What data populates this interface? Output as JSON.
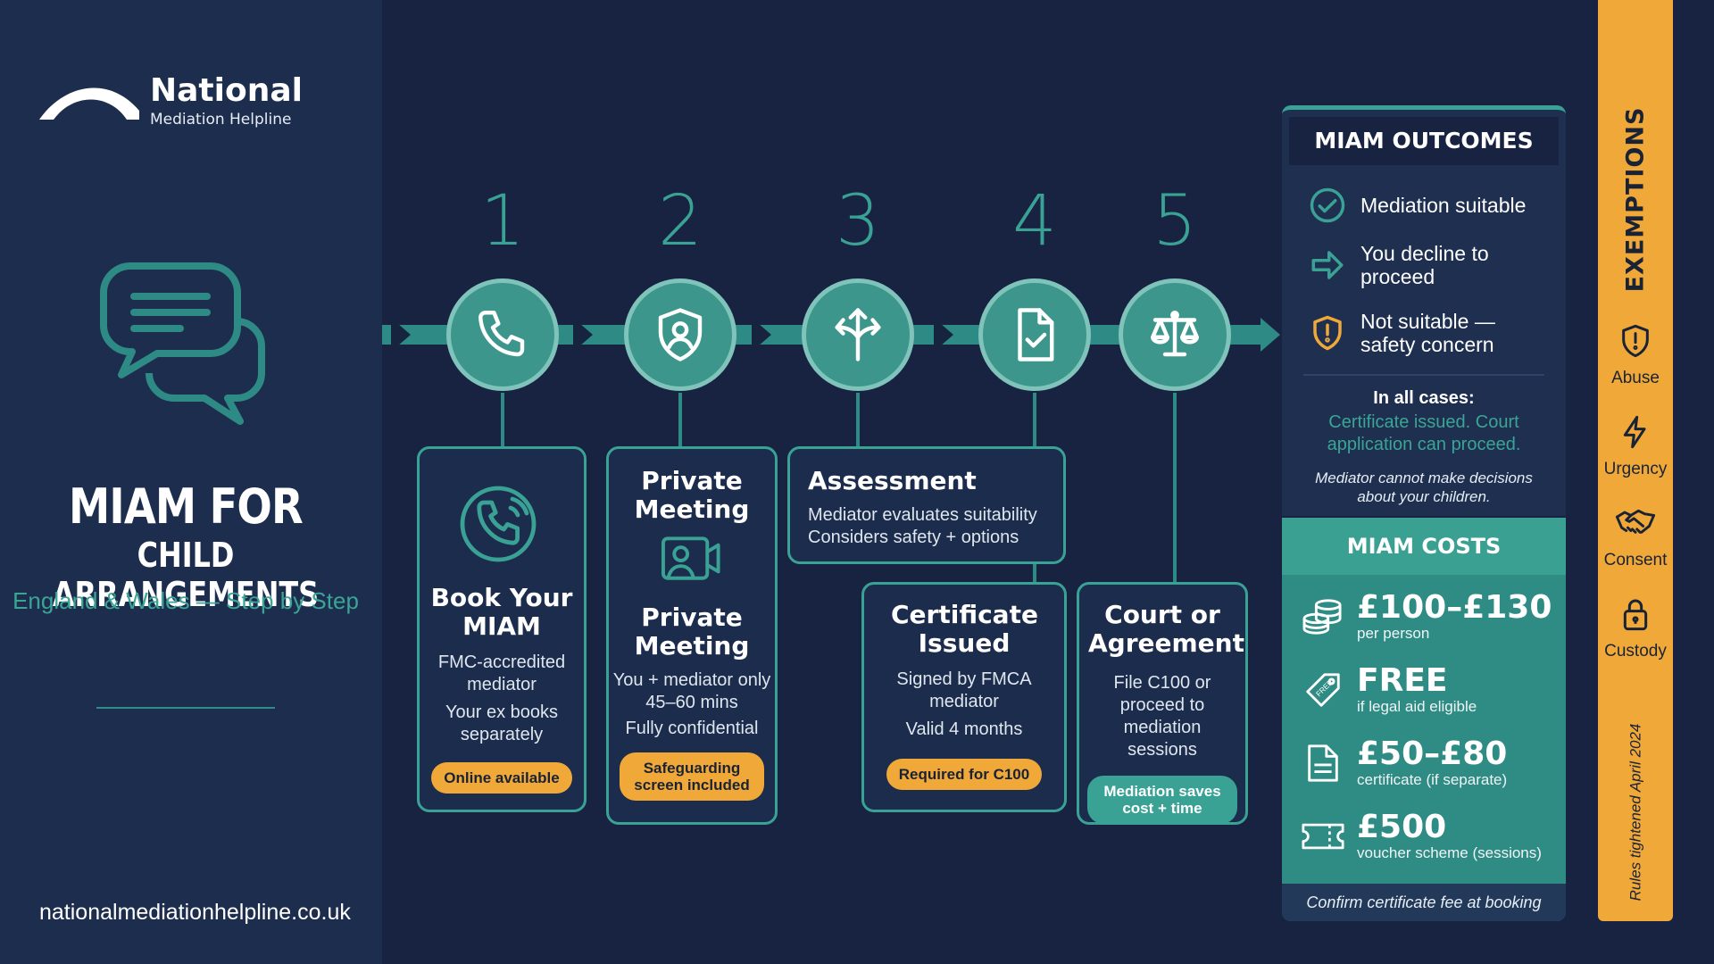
{
  "brand": {
    "name": "National",
    "subtitle": "Mediation Helpline"
  },
  "hero": {
    "title_line1": "MIAM FOR",
    "title_line2": "CHILD ARRANGEMENTS",
    "subtitle": "England & Wales — Step by Step"
  },
  "website": "nationalmediationhelpline.co.uk",
  "steps": [
    {
      "number": "1",
      "icon": "phone-icon"
    },
    {
      "number": "2",
      "icon": "shield-person-icon"
    },
    {
      "number": "3",
      "icon": "branching-arrows-icon"
    },
    {
      "number": "4",
      "icon": "document-check-icon"
    },
    {
      "number": "5",
      "icon": "scales-icon"
    }
  ],
  "cards": {
    "book": {
      "title": "Book Your MIAM",
      "text1": "FMC-accredited mediator",
      "text2": "Your ex books separately",
      "pill": "Online available"
    },
    "private": {
      "top_title": "Private Meeting",
      "title": "Private Meeting",
      "text1": "You + mediator only",
      "text2": "45–60 mins",
      "text3": "Fully confidential",
      "pill": "Safeguarding screen included"
    },
    "assessment": {
      "title": "Assessment",
      "text1": "Mediator evaluates suitability",
      "text2": "Considers safety + options"
    },
    "certificate": {
      "title": "Certificate Issued",
      "text1": "Signed by FMCA mediator",
      "text2": "Valid 4 months",
      "pill": "Required for C100"
    },
    "court": {
      "title": "Court or Agreement",
      "text1": "File C100 or proceed to mediation sessions",
      "pill": "Mediation saves cost + time"
    }
  },
  "outcomes": {
    "title": "MIAM OUTCOMES",
    "items": [
      {
        "icon": "check-circle-icon",
        "text": "Mediation suitable"
      },
      {
        "icon": "arrow-right-icon",
        "text": "You decline to proceed"
      },
      {
        "icon": "shield-alert-icon",
        "text": "Not suitable — safety concern"
      }
    ],
    "all_cases_label": "In all cases:",
    "all_cases_text": "Certificate issued. Court application can proceed.",
    "note": "Mediator cannot make decisions about your children."
  },
  "costs": {
    "title": "MIAM COSTS",
    "items": [
      {
        "icon": "coins-icon",
        "value": "£100–£130",
        "label": "per person"
      },
      {
        "icon": "free-tag-icon",
        "value": "FREE",
        "label": "if legal aid eligible"
      },
      {
        "icon": "document-icon",
        "value": "£50–£80",
        "label": "certificate (if separate)"
      },
      {
        "icon": "ticket-icon",
        "value": "£500",
        "label": "voucher scheme (sessions)"
      }
    ],
    "footer": "Confirm certificate fee at booking"
  },
  "exemptions": {
    "title": "EXEMPTIONS",
    "items": [
      {
        "icon": "shield-alert-icon",
        "label": "Abuse"
      },
      {
        "icon": "lightning-icon",
        "label": "Urgency"
      },
      {
        "icon": "handshake-icon",
        "label": "Consent"
      },
      {
        "icon": "lock-icon",
        "label": "Custody"
      }
    ],
    "note": "Rules tightened April 2024"
  },
  "colors": {
    "background": "#172340",
    "panel": "#1d2d4e",
    "teal": "#3aa195",
    "orange": "#f0a838"
  }
}
